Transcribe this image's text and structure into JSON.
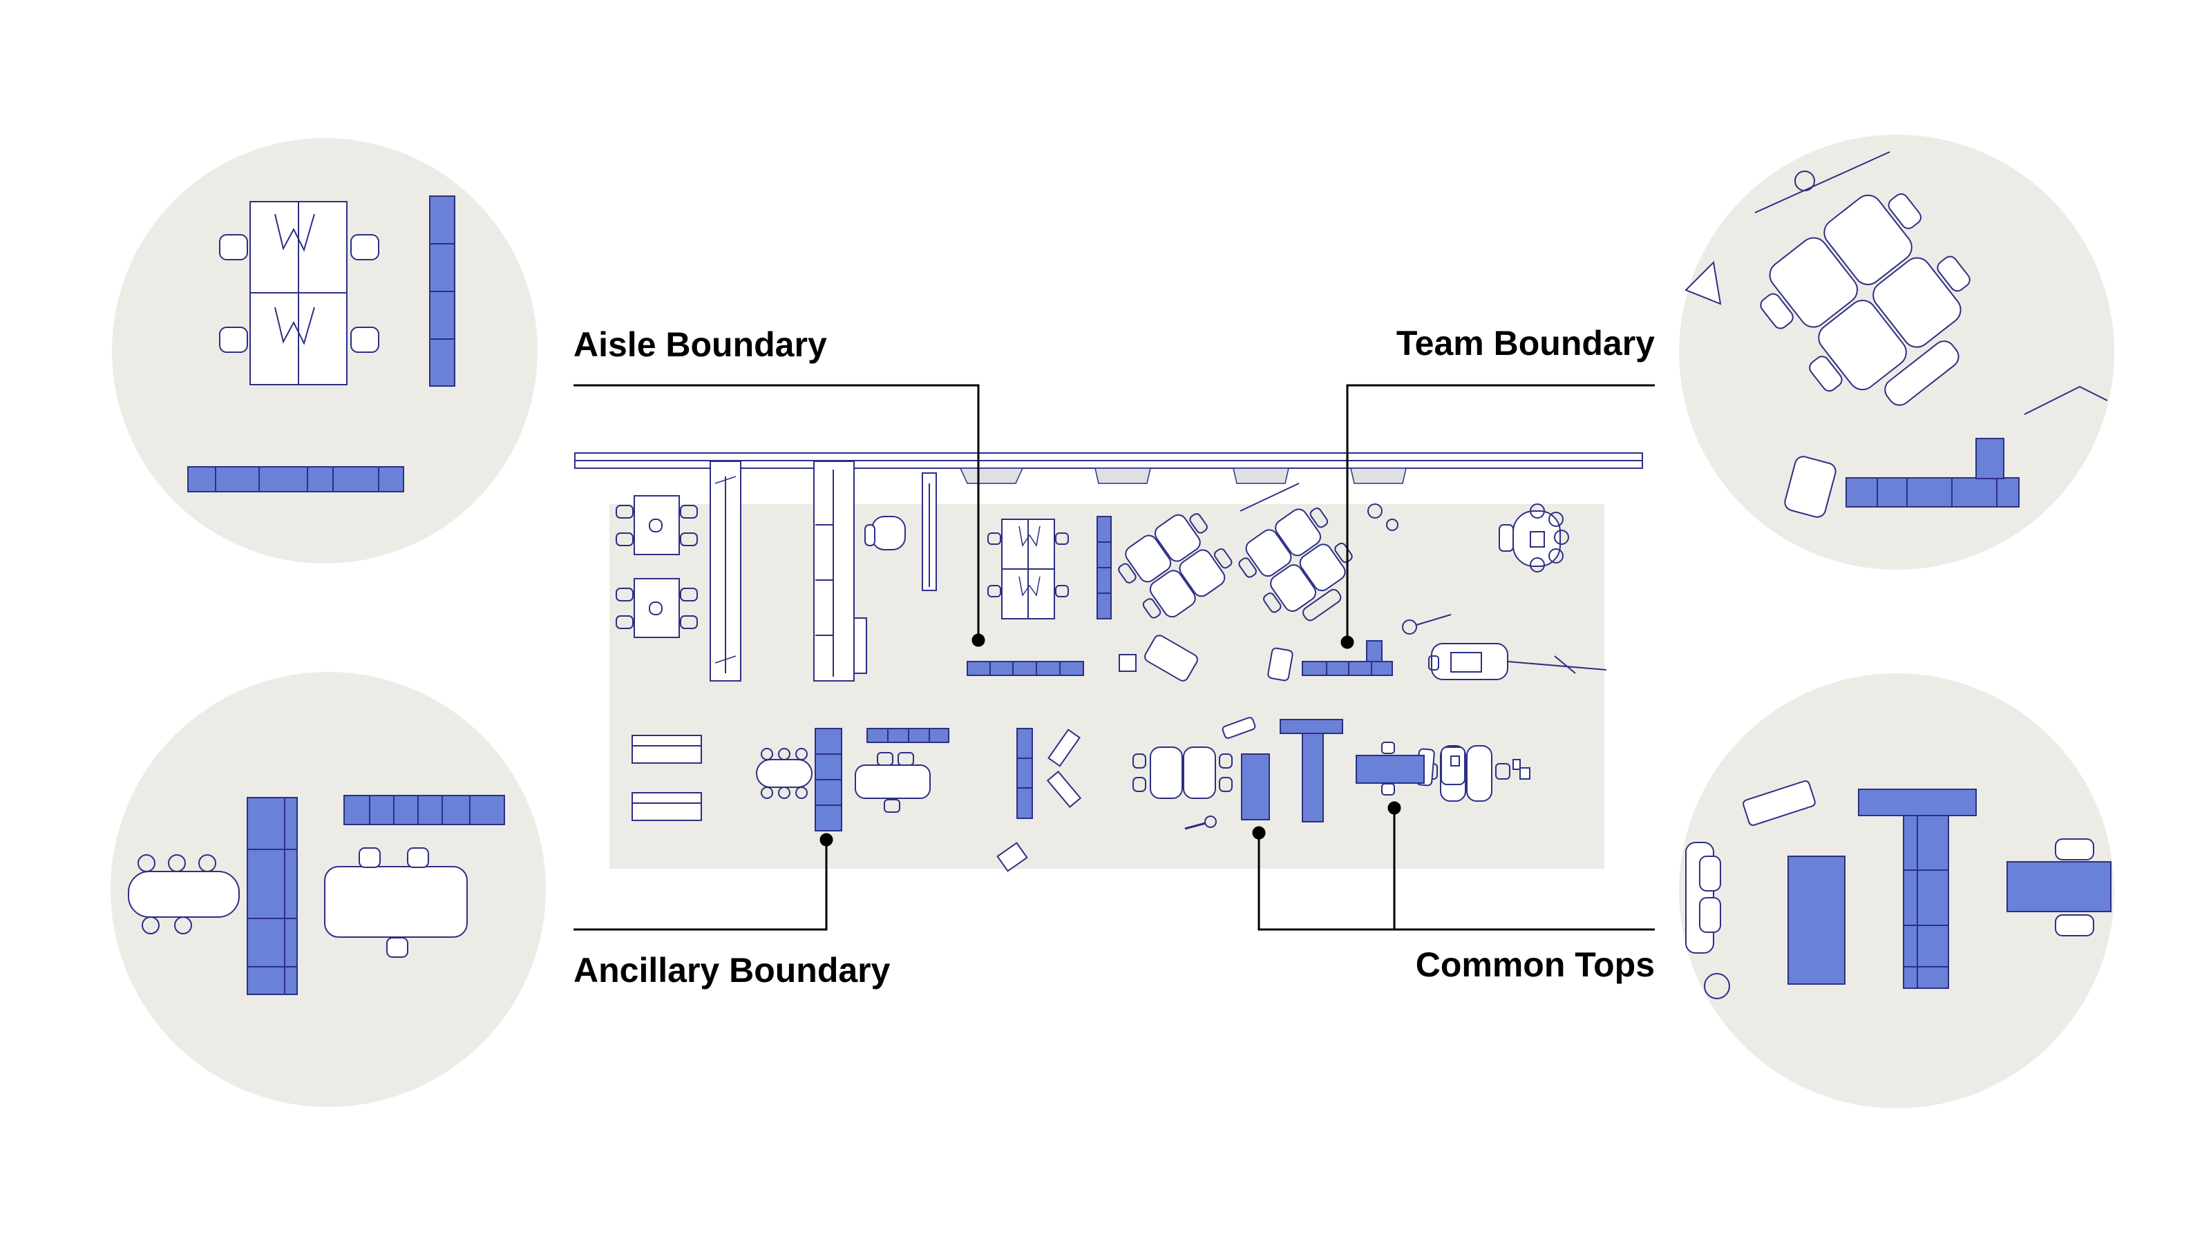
{
  "labels": {
    "aisle": "Aisle Boundary",
    "team": "Team Boundary",
    "ancillary": "Ancillary Boundary",
    "common": "Common Tops"
  },
  "colors": {
    "accent": "#6a81d8",
    "line": "#2b2f84",
    "circle_bg": "#ecebe6",
    "plan_bg": "#ecebe6",
    "leader": "#000000"
  }
}
